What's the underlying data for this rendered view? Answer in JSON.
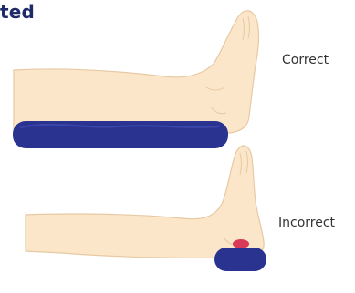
{
  "heading": "ted",
  "labels": {
    "correct": "Correct",
    "incorrect": "Incorrect"
  },
  "colors": {
    "skin": "#fbe6c9",
    "skin_outline": "#e7c9a3",
    "pillow": "#2a3490",
    "pressure_mark": "#d83a57",
    "heading": "#1f2a6b",
    "label": "#333333"
  }
}
